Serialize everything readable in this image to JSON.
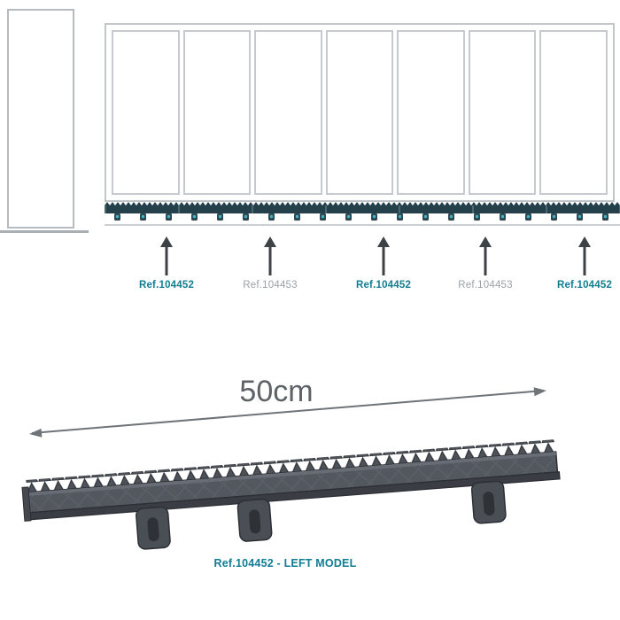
{
  "colors": {
    "accent_teal": "#107d92",
    "label_gray": "#9ba1a6",
    "outline_gray": "#c2c6cb",
    "rack_strip_dark": "#24404a",
    "screw_teal": "#3fb3c4",
    "render_gray": "#53575e",
    "dimension_gray": "#6e7478"
  },
  "gate_diagram": {
    "panel_count": 7,
    "segment_labels": [
      {
        "text": "Ref.104452",
        "style": "teal"
      },
      {
        "text": "Ref.104453",
        "style": "gray"
      },
      {
        "text": "Ref.104452",
        "style": "teal"
      },
      {
        "text": "Ref.104453",
        "style": "gray"
      },
      {
        "text": "Ref.104452",
        "style": "teal"
      }
    ]
  },
  "dimension": {
    "label": "50cm"
  },
  "caption": "Ref.104452 - LEFT MODEL"
}
